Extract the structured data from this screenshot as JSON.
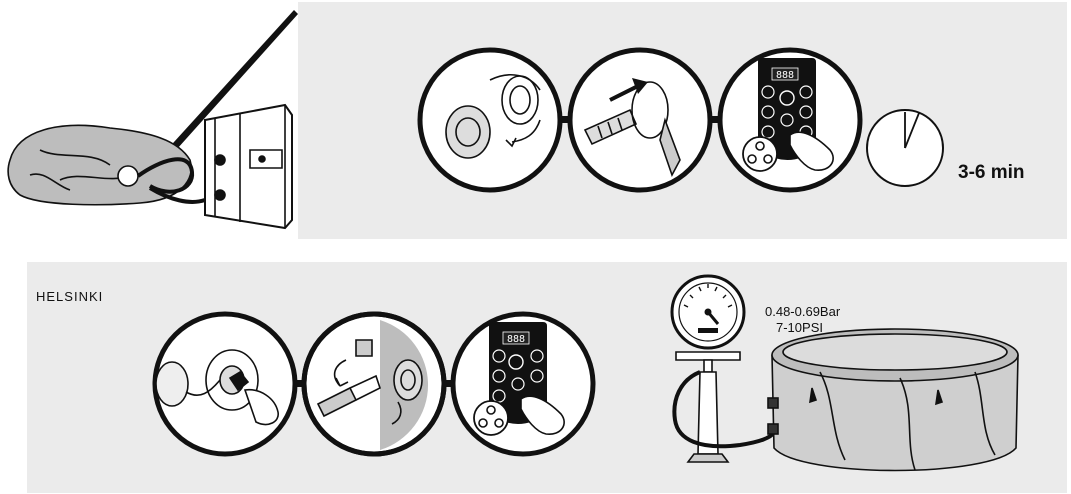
{
  "top_step": {
    "duration_label": "3-6 min"
  },
  "bottom_step": {
    "model_label": "HELSINKI",
    "pressure_bar": "0.48-0.69Bar",
    "pressure_psi": "7-10PSI"
  },
  "control_panel": {
    "display_text": "888"
  }
}
